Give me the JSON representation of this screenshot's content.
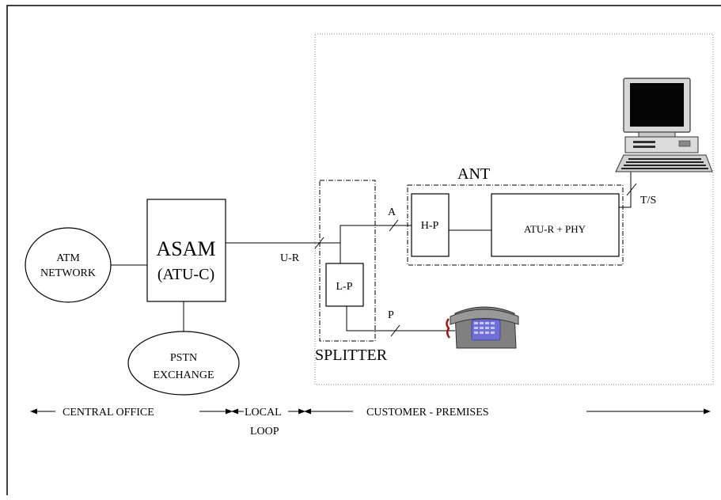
{
  "diagram": {
    "atm_network": {
      "line1": "ATM",
      "line2": "NETWORK"
    },
    "asam": {
      "line1": "ASAM",
      "line2": "(ATU-C)"
    },
    "pstn": {
      "line1": "PSTN",
      "line2": "EXCHANGE"
    },
    "interfaces": {
      "u_r": "U-R",
      "a": "A",
      "p": "P",
      "t_s": "T/S"
    },
    "splitter": {
      "label": "SPLITTER",
      "low_pass": "L-P",
      "low_pass_dot": "."
    },
    "ant": {
      "label": "ANT",
      "high_pass": "H-P",
      "atu_r": "ATU-R + PHY"
    },
    "zones": {
      "central_office": "CENTRAL OFFICE",
      "local_loop_line1": "LOCAL",
      "local_loop_line2": "LOOP",
      "customer_premises": "CUSTOMER -  PREMISES"
    }
  },
  "colors": {
    "line": "#000000",
    "premises_border": "#888888",
    "phone_body": "#808080",
    "phone_keypad": "#6f6fd6",
    "phone_cord": "#a01818",
    "monitor_screen": "#050505",
    "computer_case": "#dcdcdc"
  },
  "icons": {
    "computer": "computer-icon",
    "telephone": "telephone-icon"
  }
}
